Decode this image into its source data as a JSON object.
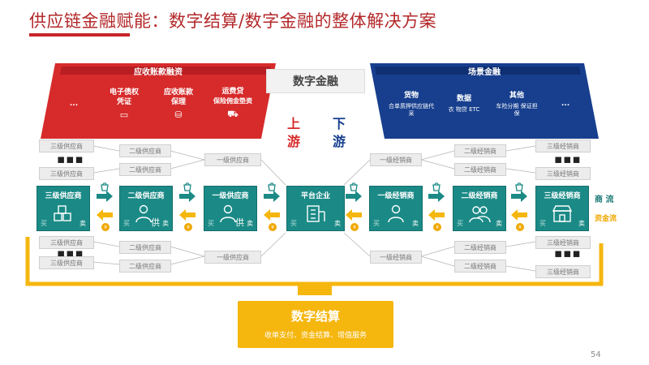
{
  "title": "供应链金融赋能：数字结算/数字金融的整体解决方案",
  "page_number": "54",
  "left_panel": {
    "title": "应收账款融资",
    "items": [
      {
        "line1": "...",
        "line2": ""
      },
      {
        "line1": "电子债权",
        "line2": "凭证"
      },
      {
        "line1": "应收账款",
        "line2": "保理"
      },
      {
        "line1": "运费贷",
        "line2": "保险佣金垫资"
      }
    ]
  },
  "right_panel": {
    "title": "场景金融",
    "items": [
      {
        "line1": "货物",
        "line2": "合单质押供应链代采"
      },
      {
        "line1": "数据",
        "line2": "衣 物贷 ETC"
      },
      {
        "line1": "其他",
        "line2": "车险分期 保证担保"
      },
      {
        "line1": "...",
        "line2": ""
      }
    ]
  },
  "center_tag": "数字金融",
  "upstream_label": [
    "上",
    "游"
  ],
  "downstream_label": [
    "下",
    "游"
  ],
  "small_labels": {
    "tertiary_supplier": "三级供应商",
    "secondary_supplier": "二级供应商",
    "primary_supplier": "一级供应商",
    "primary_distributor": "一级经销商",
    "secondary_distributor": "二级经销商",
    "tertiary_distributor": "三级经销商"
  },
  "ellipsis": "▪▪▪",
  "chain": [
    {
      "label": "三级供应商",
      "icon": "boxes-icon"
    },
    {
      "label": "二级供应商",
      "icon": "person-supply-icon"
    },
    {
      "label": "一级供应商",
      "icon": "person-supply-icon"
    },
    {
      "label": "平台企业",
      "icon": "building-icon"
    },
    {
      "label": "一级经销商",
      "icon": "person-icon"
    },
    {
      "label": "二级经销商",
      "icon": "people-icon"
    },
    {
      "label": "三级经销商",
      "icon": "store-icon"
    }
  ],
  "buy": "买",
  "sell": "卖",
  "supply": "供",
  "legend": {
    "goods_flow": "商 流",
    "cash_flow": "资金流"
  },
  "bottom": {
    "title": "数字结算",
    "subtitle": "收单支付、资金结算、增值服务"
  },
  "colors": {
    "red": "#d72b2b",
    "navy": "#173f8e",
    "teal": "#1b8a86",
    "yellow": "#f5b60e",
    "title_red": "#b3282a"
  }
}
